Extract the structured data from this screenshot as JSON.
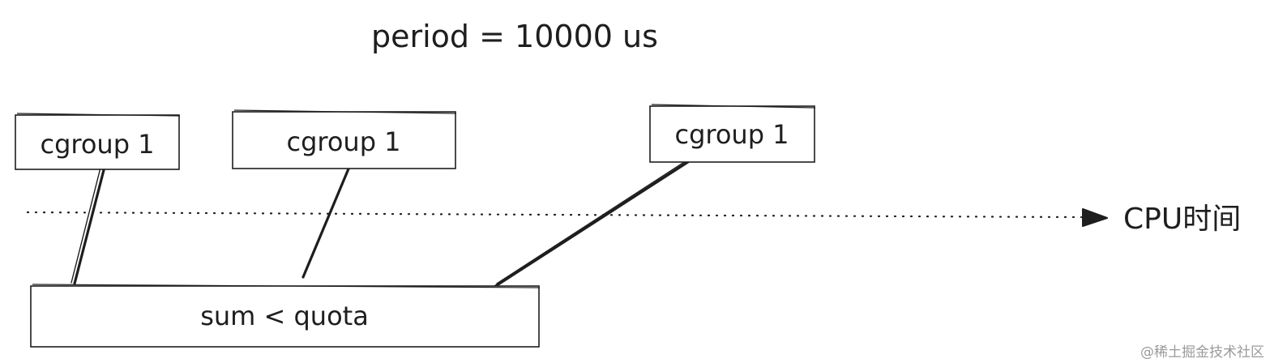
{
  "title": "period = 10000 us",
  "cgroups": [
    {
      "label": "cgroup 1"
    },
    {
      "label": "cgroup 1"
    },
    {
      "label": "cgroup 1"
    }
  ],
  "axis_label": "CPU时间",
  "sum_box": {
    "label": "sum < quota"
  },
  "watermark": "@稀土掘金技术社区",
  "colors": {
    "stroke": "#1e1e1e",
    "background": "#ffffff",
    "watermark": "#9a9a9a"
  }
}
